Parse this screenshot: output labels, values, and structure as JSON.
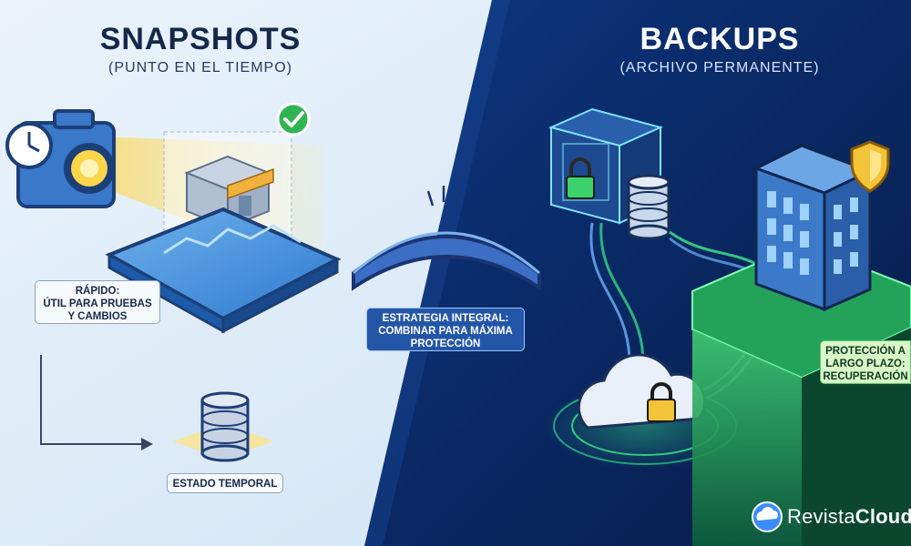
{
  "snapshots": {
    "title": "SNAPSHOTS",
    "subtitle": "(PUNTO EN EL TIEMPO)",
    "note_fast": [
      "RÁPIDO:",
      "ÚTIL PARA PRUEBAS",
      "Y CAMBIOS"
    ],
    "note_state": "ESTADO TEMPORAL"
  },
  "bridge": {
    "note": [
      "ESTRATEGIA INTEGRAL:",
      "COMBINAR PARA MÁXIMA",
      "PROTECCIÓN"
    ]
  },
  "backups": {
    "title": "BACKUPS",
    "subtitle": "(ARCHIVO PERMANENTE)",
    "note": [
      "PROTECCIÓN A",
      "LARGO PLAZO:",
      "RECUPERACIÓN"
    ]
  },
  "brand": {
    "name_part1": "Revista",
    "name_part2": "Cloud"
  },
  "colors": {
    "left_bg": "#dcebf7",
    "right_bg": "#0b2a66",
    "accent_blue": "#2e5fb0",
    "neon_green": "#33e07a",
    "gold": "#f3c43a"
  },
  "icons": [
    "camera-icon",
    "clock-icon",
    "check-icon",
    "store-icon",
    "database-icon",
    "bridge-icon",
    "safe-icon",
    "padlock-icon",
    "cloud-icon",
    "building-icon",
    "shield-icon",
    "cable-icon"
  ]
}
